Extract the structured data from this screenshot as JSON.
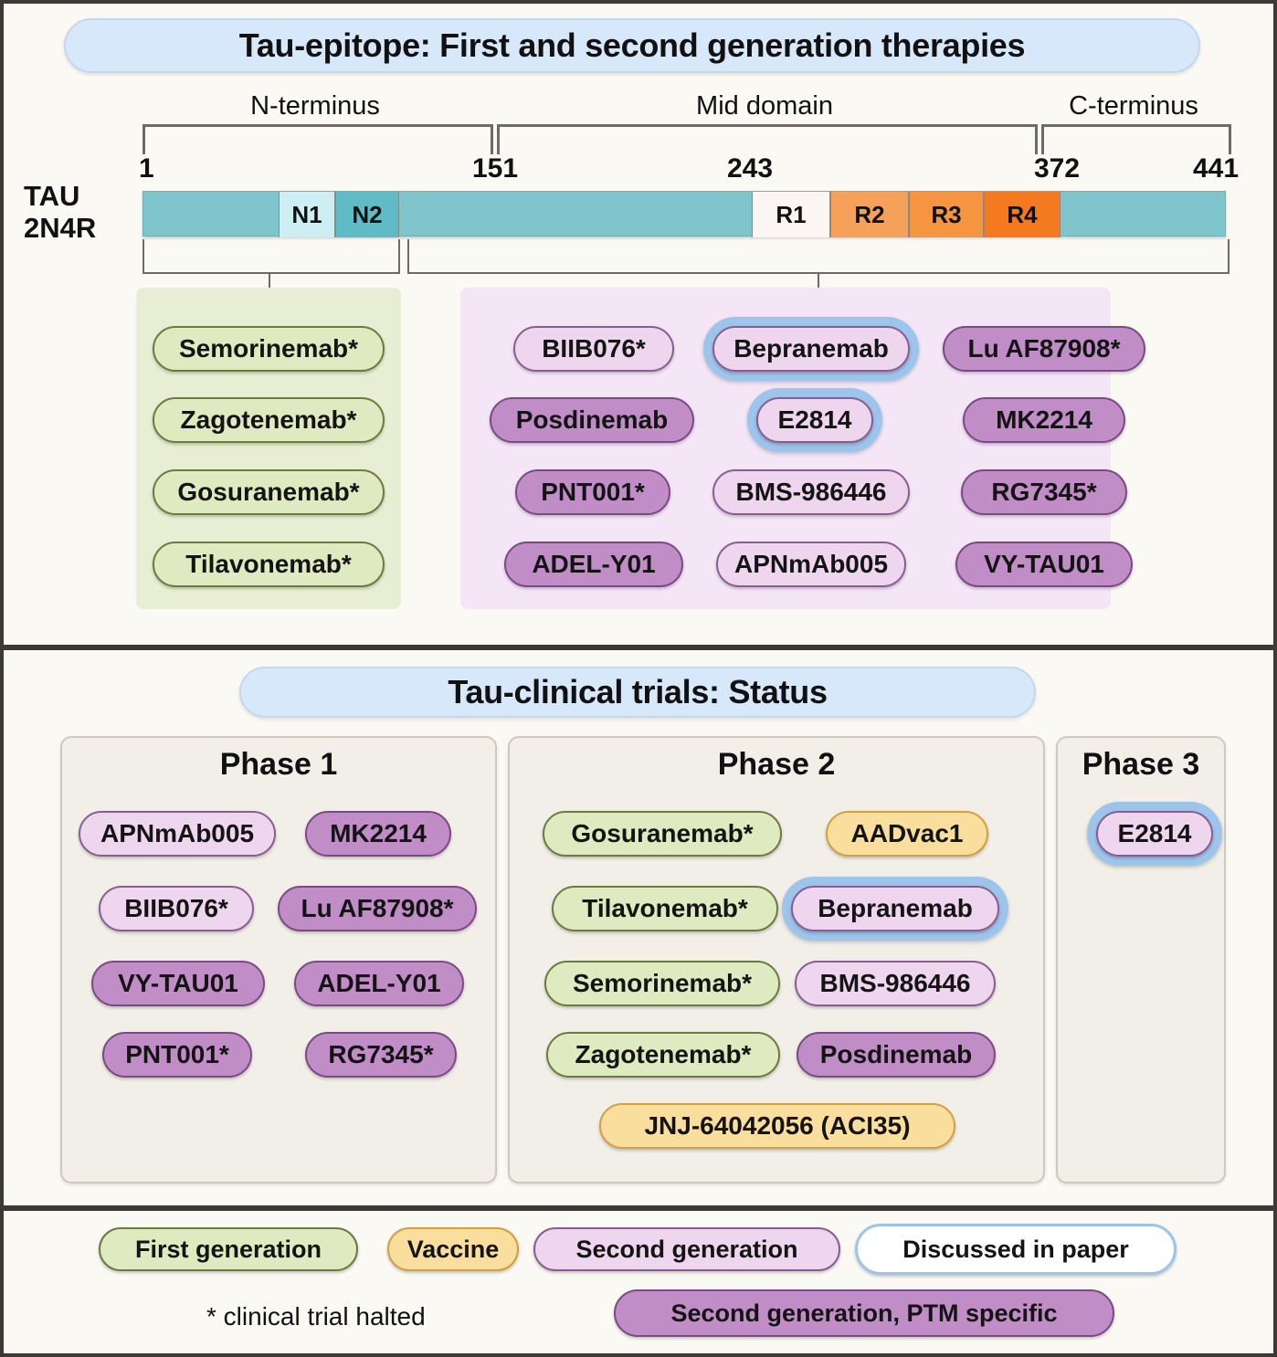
{
  "panels": {
    "epitope_title": "Tau-epitope: First and second generation therapies",
    "status_title": "Tau-clinical trials: Status"
  },
  "tau_map": {
    "side_label_line1": "TAU",
    "side_label_line2": "2N4R",
    "domains": [
      {
        "name": "N-terminus",
        "start": 1,
        "end": 151
      },
      {
        "name": "Mid domain",
        "start": 151,
        "end": 372
      },
      {
        "name": "C-terminus",
        "start": 372,
        "end": 441
      }
    ],
    "ticks": [
      "1",
      "151",
      "243",
      "372",
      "441"
    ],
    "segments": [
      {
        "label": "N1",
        "color": "#cdeef2"
      },
      {
        "label": "N2",
        "color": "#5fbcc6"
      },
      {
        "label": "R1",
        "color": "#fbf6f4"
      },
      {
        "label": "R2",
        "color": "#f5a15a"
      },
      {
        "label": "R3",
        "color": "#f5953f"
      },
      {
        "label": "R4",
        "color": "#f4791f"
      }
    ],
    "backbone_color": "#7fc5cb"
  },
  "epitope_groups": {
    "nterminus": [
      {
        "label": "Semorinemab*",
        "type": "gen1",
        "highlighted": false
      },
      {
        "label": "Zagotenemab*",
        "type": "gen1",
        "highlighted": false
      },
      {
        "label": "Gosuranemab*",
        "type": "gen1",
        "highlighted": false
      },
      {
        "label": "Tilavonemab*",
        "type": "gen1",
        "highlighted": false
      }
    ],
    "mid_col1": [
      {
        "label": "BIIB076*",
        "type": "gen2",
        "highlighted": false
      },
      {
        "label": "Posdinemab",
        "type": "ptm",
        "highlighted": false
      },
      {
        "label": "PNT001*",
        "type": "ptm",
        "highlighted": false
      },
      {
        "label": "ADEL-Y01",
        "type": "ptm",
        "highlighted": false
      }
    ],
    "mid_col2": [
      {
        "label": "Bepranemab",
        "type": "gen2",
        "highlighted": true
      },
      {
        "label": "E2814",
        "type": "gen2",
        "highlighted": true
      },
      {
        "label": "BMS-986446",
        "type": "gen2",
        "highlighted": false
      },
      {
        "label": "APNmAb005",
        "type": "gen2",
        "highlighted": false
      }
    ],
    "mid_col3": [
      {
        "label": "Lu AF87908*",
        "type": "ptm",
        "highlighted": false
      },
      {
        "label": "MK2214",
        "type": "ptm",
        "highlighted": false
      },
      {
        "label": "RG7345*",
        "type": "ptm",
        "highlighted": false
      },
      {
        "label": "VY-TAU01",
        "type": "ptm",
        "highlighted": false
      }
    ]
  },
  "phases": [
    {
      "title": "Phase 1",
      "col1": [
        {
          "label": "APNmAb005",
          "type": "gen2",
          "highlighted": false
        },
        {
          "label": "BIIB076*",
          "type": "gen2",
          "highlighted": false
        },
        {
          "label": "VY-TAU01",
          "type": "ptm",
          "highlighted": false
        },
        {
          "label": "PNT001*",
          "type": "ptm",
          "highlighted": false
        }
      ],
      "col2": [
        {
          "label": "MK2214",
          "type": "ptm",
          "highlighted": false
        },
        {
          "label": "Lu AF87908*",
          "type": "ptm",
          "highlighted": false
        },
        {
          "label": "ADEL-Y01",
          "type": "ptm",
          "highlighted": false
        },
        {
          "label": "RG7345*",
          "type": "ptm",
          "highlighted": false
        }
      ]
    },
    {
      "title": "Phase 2",
      "col1": [
        {
          "label": "Gosuranemab*",
          "type": "gen1",
          "highlighted": false
        },
        {
          "label": "Tilavonemab*",
          "type": "gen1",
          "highlighted": false
        },
        {
          "label": "Semorinemab*",
          "type": "gen1",
          "highlighted": false
        },
        {
          "label": "Zagotenemab*",
          "type": "gen1",
          "highlighted": false
        }
      ],
      "col2": [
        {
          "label": "AADvac1",
          "type": "vac",
          "highlighted": false
        },
        {
          "label": "Bepranemab",
          "type": "gen2",
          "highlighted": true
        },
        {
          "label": "BMS-986446",
          "type": "gen2",
          "highlighted": false
        },
        {
          "label": "Posdinemab",
          "type": "ptm",
          "highlighted": false
        }
      ],
      "wide": [
        {
          "label": "JNJ-64042056 (ACI35)",
          "type": "vac",
          "highlighted": false
        }
      ]
    },
    {
      "title": "Phase 3",
      "col1": [
        {
          "label": "E2814",
          "type": "gen2",
          "highlighted": true
        }
      ],
      "col2": [],
      "wide": []
    }
  ],
  "legend": {
    "items": [
      {
        "label": "First generation",
        "type": "gen1"
      },
      {
        "label": "Vaccine",
        "type": "vac"
      },
      {
        "label": "Second generation",
        "type": "gen2"
      },
      {
        "label": "Discussed in paper",
        "type": "plain"
      },
      {
        "label": "Second generation, PTM specific",
        "type": "ptm"
      }
    ],
    "footnote": "* clinical trial halted"
  },
  "colors": {
    "gen1": "#dfeac0",
    "gen2": "#eed6ef",
    "ptm": "#c08dc6",
    "vaccine": "#fade9e",
    "discussed": "#9dc4ea",
    "banner": "#d8e8fb"
  }
}
